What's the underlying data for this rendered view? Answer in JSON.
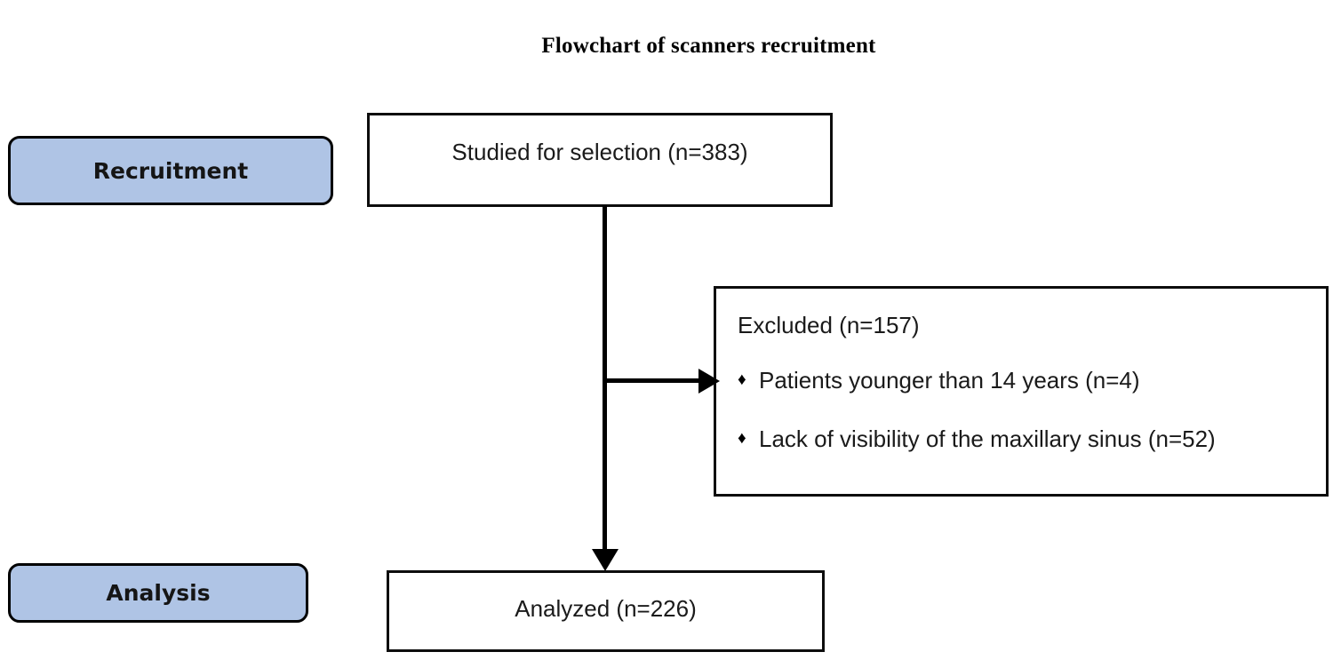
{
  "title": "Flowchart of scanners recruitment",
  "stages": [
    {
      "id": "recruitment",
      "label": "Recruitment"
    },
    {
      "id": "analysis",
      "label": "Analysis"
    }
  ],
  "nodes": {
    "studied": {
      "text": "Studied for selection (n=383)"
    },
    "analyzed": {
      "text": "Analyzed (n=226)"
    },
    "excluded": {
      "heading": "Excluded (n=157)",
      "bullet_glyph": "♦",
      "items": [
        "Patients younger than 14 years (n=4)",
        "Lack of visibility of the maxillary sinus (n=52)"
      ]
    }
  },
  "colors": {
    "stage_fill": "#AFC4E5",
    "border": "#000000",
    "node_fill": "#FFFFFF",
    "text": "#1A1A1A"
  },
  "chart_data": {
    "type": "diagram",
    "title": "Flowchart of scanners recruitment",
    "nodes": [
      {
        "id": "studied",
        "label": "Studied for selection",
        "n": 383,
        "stage": "Recruitment"
      },
      {
        "id": "excluded",
        "label": "Excluded",
        "n": 157,
        "stage": "Recruitment"
      },
      {
        "id": "excluded_age",
        "label": "Patients younger than 14 years",
        "n": 4,
        "parent": "excluded"
      },
      {
        "id": "excluded_visibility",
        "label": "Lack of visibility of the maxillary sinus",
        "n": 52,
        "parent": "excluded"
      },
      {
        "id": "analyzed",
        "label": "Analyzed",
        "n": 226,
        "stage": "Analysis"
      }
    ],
    "edges": [
      {
        "from": "studied",
        "to": "excluded",
        "direction": "right"
      },
      {
        "from": "studied",
        "to": "analyzed",
        "direction": "down"
      }
    ],
    "stages": [
      "Recruitment",
      "Analysis"
    ]
  }
}
